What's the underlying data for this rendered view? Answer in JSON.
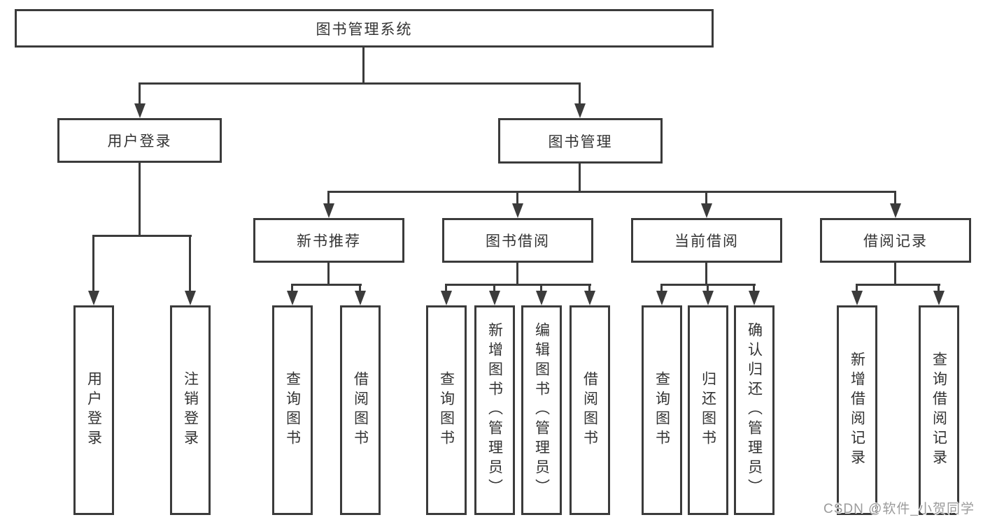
{
  "nodes": {
    "root": {
      "label": "图书管理系统"
    },
    "level2": [
      {
        "label": "用户登录"
      },
      {
        "label": "图书管理"
      }
    ],
    "level3": [
      {
        "label": "新书推荐"
      },
      {
        "label": "图书借阅"
      },
      {
        "label": "当前借阅"
      },
      {
        "label": "借阅记录"
      }
    ],
    "leaves": {
      "user_login": [
        {
          "label": "用户登录"
        },
        {
          "label": "注销登录"
        }
      ],
      "new_book_recommend": [
        {
          "label": "查询图书"
        },
        {
          "label": "借阅图书"
        }
      ],
      "book_borrow": [
        {
          "label": "查询图书"
        },
        {
          "label": "新增图书（管理员）"
        },
        {
          "label": "编辑图书（管理员）"
        },
        {
          "label": "借阅图书"
        }
      ],
      "current_borrow": [
        {
          "label": "查询图书"
        },
        {
          "label": "归还图书"
        },
        {
          "label": "确认归还（管理员）"
        }
      ],
      "borrow_records": [
        {
          "label": "新增借阅记录"
        },
        {
          "label": "查询借阅记录"
        }
      ]
    }
  },
  "watermark": {
    "text": "CSDN @软件_小贺同学"
  },
  "colors": {
    "line": "#3b3b3b",
    "text": "#333333",
    "watermark": "#9b9b9b",
    "background": "#ffffff"
  }
}
